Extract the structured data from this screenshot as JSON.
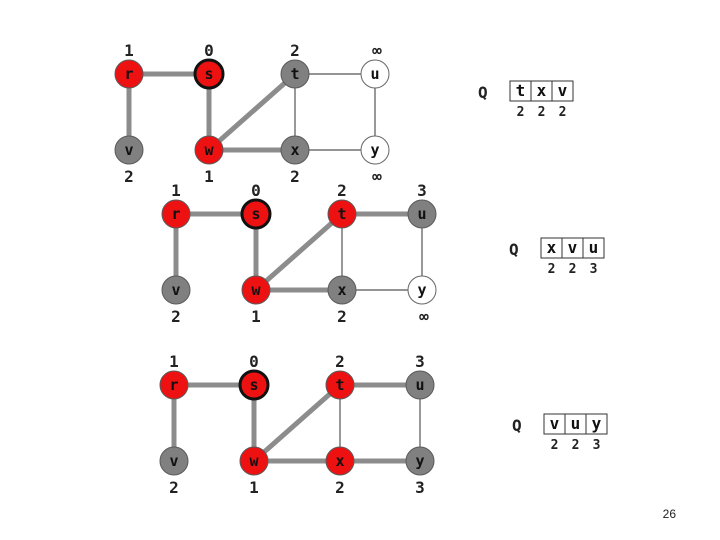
{
  "colors": {
    "visited": "#ee1111",
    "frontier": "#808080",
    "unvisited": "#ffffff",
    "tree_edge": "#8c8c8c",
    "plain_edge": "#555555",
    "node_text": "#111111"
  },
  "steps": [
    {
      "nodes": [
        {
          "id": "r",
          "label": "r",
          "state": "visited",
          "distance": "1"
        },
        {
          "id": "s",
          "label": "s",
          "state": "visited",
          "source": true,
          "distance": "0"
        },
        {
          "id": "t",
          "label": "t",
          "state": "frontier",
          "distance": "2"
        },
        {
          "id": "u",
          "label": "u",
          "state": "unvisited",
          "distance": "∞"
        },
        {
          "id": "v",
          "label": "v",
          "state": "frontier",
          "distance": "2"
        },
        {
          "id": "w",
          "label": "w",
          "state": "visited",
          "distance": "1"
        },
        {
          "id": "x",
          "label": "x",
          "state": "frontier",
          "distance": "2"
        },
        {
          "id": "y",
          "label": "y",
          "state": "unvisited",
          "distance": "∞"
        }
      ],
      "edges": [
        {
          "from": "r",
          "to": "s",
          "tree": true
        },
        {
          "from": "r",
          "to": "v",
          "tree": true
        },
        {
          "from": "s",
          "to": "w",
          "tree": true
        },
        {
          "from": "w",
          "to": "t",
          "tree": true
        },
        {
          "from": "w",
          "to": "x",
          "tree": true
        },
        {
          "from": "t",
          "to": "u",
          "tree": false
        },
        {
          "from": "t",
          "to": "x",
          "tree": false
        },
        {
          "from": "u",
          "to": "y",
          "tree": false
        },
        {
          "from": "x",
          "to": "y",
          "tree": false
        }
      ],
      "queue": {
        "label": "Q",
        "items": [
          "t",
          "x",
          "v"
        ],
        "distances": [
          "2",
          "2",
          "2"
        ]
      }
    },
    {
      "nodes": [
        {
          "id": "r",
          "label": "r",
          "state": "visited",
          "distance": "1"
        },
        {
          "id": "s",
          "label": "s",
          "state": "visited",
          "source": true,
          "distance": "0"
        },
        {
          "id": "t",
          "label": "t",
          "state": "visited",
          "distance": "2"
        },
        {
          "id": "u",
          "label": "u",
          "state": "frontier",
          "distance": "3"
        },
        {
          "id": "v",
          "label": "v",
          "state": "frontier",
          "distance": "2"
        },
        {
          "id": "w",
          "label": "w",
          "state": "visited",
          "distance": "1"
        },
        {
          "id": "x",
          "label": "x",
          "state": "frontier",
          "distance": "2"
        },
        {
          "id": "y",
          "label": "y",
          "state": "unvisited",
          "distance": "∞"
        }
      ],
      "edges": [
        {
          "from": "r",
          "to": "s",
          "tree": true
        },
        {
          "from": "r",
          "to": "v",
          "tree": true
        },
        {
          "from": "s",
          "to": "w",
          "tree": true
        },
        {
          "from": "w",
          "to": "t",
          "tree": true
        },
        {
          "from": "w",
          "to": "x",
          "tree": true
        },
        {
          "from": "t",
          "to": "u",
          "tree": true
        },
        {
          "from": "t",
          "to": "x",
          "tree": false
        },
        {
          "from": "u",
          "to": "y",
          "tree": false
        },
        {
          "from": "x",
          "to": "y",
          "tree": false
        }
      ],
      "queue": {
        "label": "Q",
        "items": [
          "x",
          "v",
          "u"
        ],
        "distances": [
          "2",
          "2",
          "3"
        ]
      }
    },
    {
      "nodes": [
        {
          "id": "r",
          "label": "r",
          "state": "visited",
          "distance": "1"
        },
        {
          "id": "s",
          "label": "s",
          "state": "visited",
          "source": true,
          "distance": "0"
        },
        {
          "id": "t",
          "label": "t",
          "state": "visited",
          "distance": "2"
        },
        {
          "id": "u",
          "label": "u",
          "state": "frontier",
          "distance": "3"
        },
        {
          "id": "v",
          "label": "v",
          "state": "frontier",
          "distance": "2"
        },
        {
          "id": "w",
          "label": "w",
          "state": "visited",
          "distance": "1"
        },
        {
          "id": "x",
          "label": "x",
          "state": "visited",
          "distance": "2"
        },
        {
          "id": "y",
          "label": "y",
          "state": "frontier",
          "distance": "3"
        }
      ],
      "edges": [
        {
          "from": "r",
          "to": "s",
          "tree": true
        },
        {
          "from": "r",
          "to": "v",
          "tree": true
        },
        {
          "from": "s",
          "to": "w",
          "tree": true
        },
        {
          "from": "w",
          "to": "t",
          "tree": true
        },
        {
          "from": "w",
          "to": "x",
          "tree": true
        },
        {
          "from": "t",
          "to": "u",
          "tree": true
        },
        {
          "from": "t",
          "to": "x",
          "tree": false
        },
        {
          "from": "u",
          "to": "y",
          "tree": false
        },
        {
          "from": "x",
          "to": "y",
          "tree": true
        }
      ],
      "queue": {
        "label": "Q",
        "items": [
          "v",
          "u",
          "y"
        ],
        "distances": [
          "2",
          "2",
          "3"
        ]
      }
    }
  ],
  "footer": {
    "page_number": "26"
  }
}
